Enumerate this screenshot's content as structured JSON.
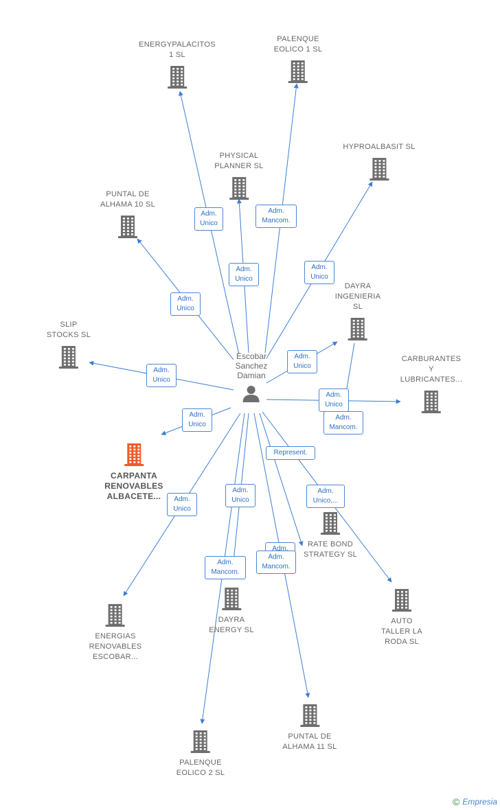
{
  "center": {
    "name": "Escobar\nSanchez\nDamian",
    "icon": "person-icon"
  },
  "colors": {
    "edge": "#3b7fd4",
    "building": "#6e6e6e",
    "highlight": "#f05a28"
  },
  "nodes": [
    {
      "id": "energypalacitos",
      "label": "ENERGYPALACITOS\n1 SL"
    },
    {
      "id": "palenque1",
      "label": "PALENQUE\nEOLICO 1 SL"
    },
    {
      "id": "physical",
      "label": "PHYSICAL\nPLANNER SL"
    },
    {
      "id": "hyproalbasit",
      "label": "HYPROALBASIT SL"
    },
    {
      "id": "puntal10",
      "label": "PUNTAL DE\nALHAMA 10 SL"
    },
    {
      "id": "dayraing",
      "label": "DAYRA\nINGENIERIA\nSL"
    },
    {
      "id": "slip",
      "label": "SLIP\nSTOCKS SL"
    },
    {
      "id": "carburantes",
      "label": "CARBURANTES\nY\nLUBRICANTES..."
    },
    {
      "id": "carpanta",
      "label": "CARPANTA\nRENOVABLES\nALBACETE...",
      "highlight": true
    },
    {
      "id": "ratebond",
      "label": "RATE BOND\nSTRATEGY SL"
    },
    {
      "id": "autotaller",
      "label": "AUTO\nTALLER LA\nRODA SL"
    },
    {
      "id": "dayraenergy",
      "label": "DAYRA\nENERGY SL"
    },
    {
      "id": "energias",
      "label": "ENERGIAS\nRENOVABLES\nESCOBAR..."
    },
    {
      "id": "puntal11",
      "label": "PUNTAL DE\nALHAMA 11 SL"
    },
    {
      "id": "palenque2",
      "label": "PALENQUE\nEOLICO 2 SL"
    }
  ],
  "badges": [
    {
      "id": "b-energypalacitos",
      "text": "Adm.\nUnico"
    },
    {
      "id": "b-palenque1",
      "text": "Adm.\nMancom."
    },
    {
      "id": "b-physical",
      "text": "Adm.\nUnico"
    },
    {
      "id": "b-hyproalbasit",
      "text": "Adm.\nUnico"
    },
    {
      "id": "b-puntal10",
      "text": "Adm.\nUnico"
    },
    {
      "id": "b-dayraing",
      "text": "Adm.\nUnico"
    },
    {
      "id": "b-slip",
      "text": "Adm.\nUnico"
    },
    {
      "id": "b-carburantes",
      "text": "Adm.\nUnico"
    },
    {
      "id": "b-dayraing2",
      "text": "Adm.\nMancom."
    },
    {
      "id": "b-carpanta",
      "text": "Adm.\nUnico"
    },
    {
      "id": "b-ratebond-rep",
      "text": "Represent."
    },
    {
      "id": "b-ratebond",
      "text": "Adm.\nUnico,..."
    },
    {
      "id": "b-energias",
      "text": "Adm.\nUnico"
    },
    {
      "id": "b-dayraenergy-u",
      "text": "Adm.\nUnico"
    },
    {
      "id": "b-dayraenergy-m",
      "text": "Adm.\nMancom."
    },
    {
      "id": "b-puntal11-a",
      "text": "Adm.\nUnico"
    },
    {
      "id": "b-puntal11-m",
      "text": "Adm.\nMancom."
    }
  ],
  "footer": {
    "copyright": "©",
    "brand": "Empresia"
  }
}
